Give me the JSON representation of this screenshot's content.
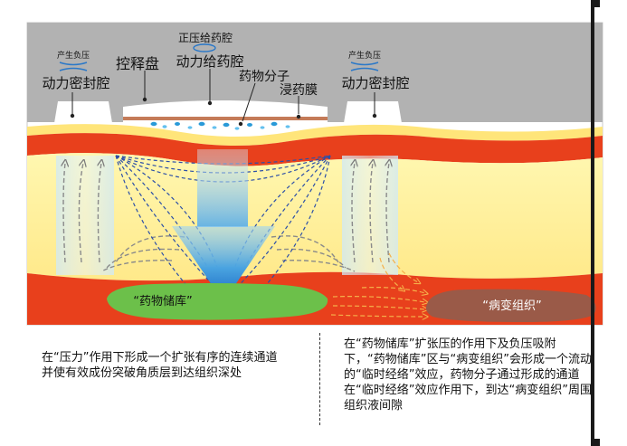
{
  "labels": {
    "top_center": "正压给药腔",
    "left_small": "产生负压",
    "right_small": "产生负压",
    "left_chamber": "动力密封腔",
    "right_chamber": "动力密封腔",
    "release_disc": "控释盘",
    "power_chamber": "动力给药腔",
    "drug_molecule": "药物分子",
    "membrane": "浸药膜",
    "drug_reservoir": "“药物储库”",
    "lesion": "“病变组织”"
  },
  "captions": {
    "left": "在“压力”作用下形成一个扩张有序的连续通道并使有效成份突破角质层到达组织深处",
    "right": "在“药物储库”扩张压的作用下及负压吸附下，“药物储库”区与“病变组织”会形成一个流动的“临时经络”效应，药物分子通过形成的通道在“临时经络”效应作用下，到达“病变组织”周围组织液间隙"
  },
  "colors": {
    "device": "#b2b2b2",
    "skin_yellow": "#fff3a3",
    "red_layer": "#e8401c",
    "reservoir": "#6cc04a",
    "lesion": "#9a5a48",
    "arrow_blue": "#1e78c8"
  }
}
